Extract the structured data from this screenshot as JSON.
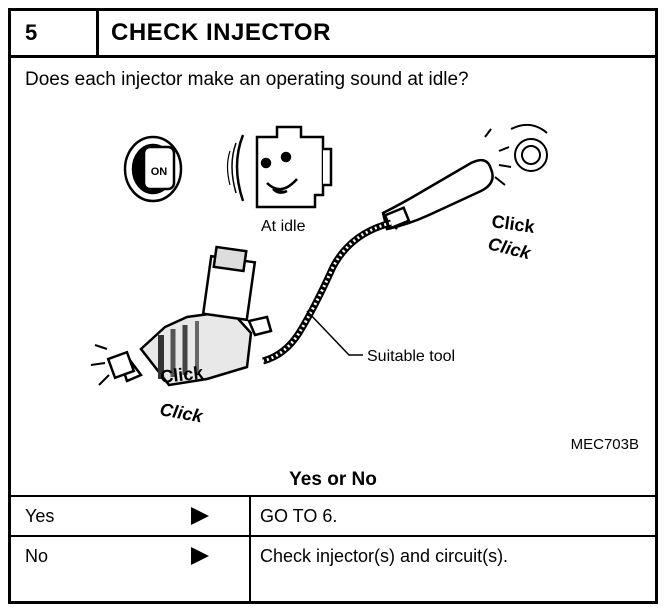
{
  "header": {
    "step_number": "5",
    "title": "CHECK INJECTOR"
  },
  "question": "Does each injector make an operating sound at idle?",
  "illustration": {
    "ignition_label": "ON",
    "engine_caption": "At idle",
    "sound_top_1": "Click",
    "sound_top_2": "Click",
    "sound_bottom_1": "Click",
    "sound_bottom_2": "Click",
    "tool_callout": "Suitable tool",
    "figure_code": "MEC703B"
  },
  "yes_no_heading": "Yes or No",
  "rows": [
    {
      "answer": "Yes",
      "action": "GO TO 6."
    },
    {
      "answer": "No",
      "action": "Check injector(s) and circuit(s)."
    }
  ]
}
